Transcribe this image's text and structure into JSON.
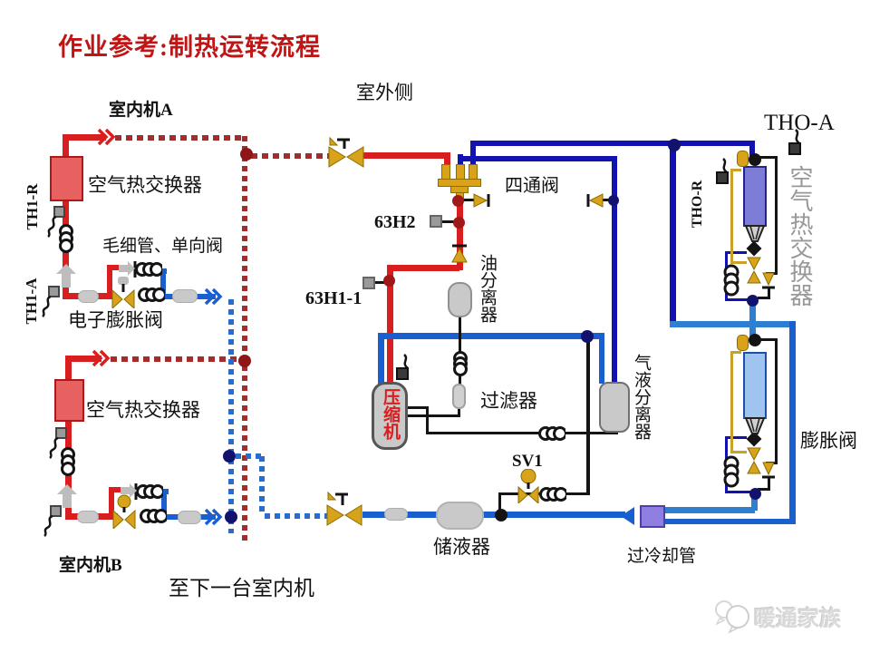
{
  "title": "作业参考:制热运转流程",
  "labels": {
    "outdoor_side": "室外侧",
    "indoor_unit_a": "室内机A",
    "indoor_unit_b": "室内机B",
    "hx_a": "空气热交换器",
    "hx_b": "空气热交换器",
    "hx_right_vertical": "空气热交换器",
    "th1_r": "TH1-R",
    "th1_a": "TH1-A",
    "tho_a": "THO-A",
    "tho_r": "THO-R",
    "capillary_check": "毛细管、单向阀",
    "eev": "电子膨胀阀",
    "four_way_valve": "四通阀",
    "sensor_63h2": "63H2",
    "sensor_63h1_1": "63H1-1",
    "oil_separator": "油分离器",
    "filter": "过滤器",
    "gas_liquid_separator": "气液分离器",
    "compressor": "压缩机",
    "sv1": "SV1",
    "receiver": "储液器",
    "subcooler": "过冷却管",
    "expansion_valve": "膨胀阀",
    "to_next_unit": "至下一台室内机",
    "watermark": "暖通家族"
  },
  "colors": {
    "discharge_red": "#d81e1e",
    "dashed_dark_red": "#a32c2c",
    "gas_navy": "#1212b0",
    "liquid_blue": "#1a5fd0",
    "light_blue": "#2e7ed2",
    "valve_gold": "#d8a21a",
    "component_gray": "#c9c9c9",
    "title_red": "#c11414"
  },
  "icons": {
    "sensor": "sensor-probe-icon",
    "coil": "capillary-coil-icon",
    "check_valve": "check-valve-icon",
    "service_valve": "service-valve-icon",
    "expansion_valve": "expansion-valve-icon",
    "four_way": "four-way-valve-icon",
    "flow_arrow": "flow-arrow-icon",
    "logo": "wechat-logo-icon"
  }
}
